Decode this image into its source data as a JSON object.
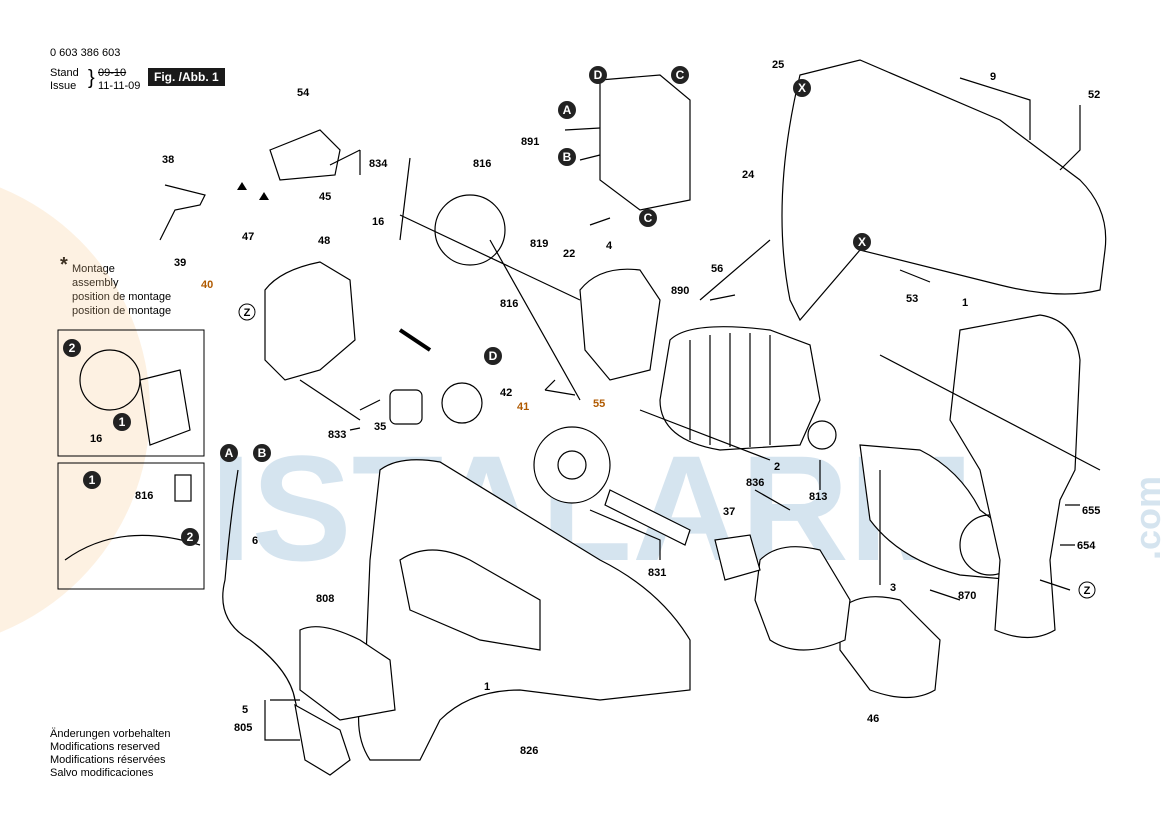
{
  "header": {
    "part_number": "0 603 386 603",
    "stand_label": "Stand",
    "issue_label": "Issue",
    "stand_value": "09-10",
    "issue_value": "11-11-09",
    "figure_label": "Fig. /Abb. 1"
  },
  "notes": [
    "Änderungen vorbehalten",
    "Modifications reserved",
    "Modifications réservées",
    "Salvo modificaciones"
  ],
  "montage": {
    "star": "*",
    "lines": [
      "Montage",
      "assembly",
      "position de montage",
      "position de montage"
    ]
  },
  "watermark": {
    "text": "ISTALARM",
    "suffix": ".com"
  },
  "callout_letters": [
    "A",
    "B",
    "C",
    "D",
    "X",
    "Z",
    "1",
    "2"
  ],
  "part_labels": [
    "1",
    "2",
    "3",
    "4",
    "5",
    "6",
    "9",
    "16",
    "22",
    "24",
    "25",
    "35",
    "37",
    "38",
    "39",
    "40",
    "41",
    "42",
    "45",
    "46",
    "47",
    "48",
    "52",
    "53",
    "54",
    "55",
    "56",
    "654",
    "655",
    "805",
    "808",
    "813",
    "816",
    "819",
    "826",
    "831",
    "833",
    "834",
    "836",
    "870",
    "890",
    "891"
  ],
  "inset_labels": {
    "top": [
      "16"
    ],
    "bottom": [
      "816"
    ]
  }
}
